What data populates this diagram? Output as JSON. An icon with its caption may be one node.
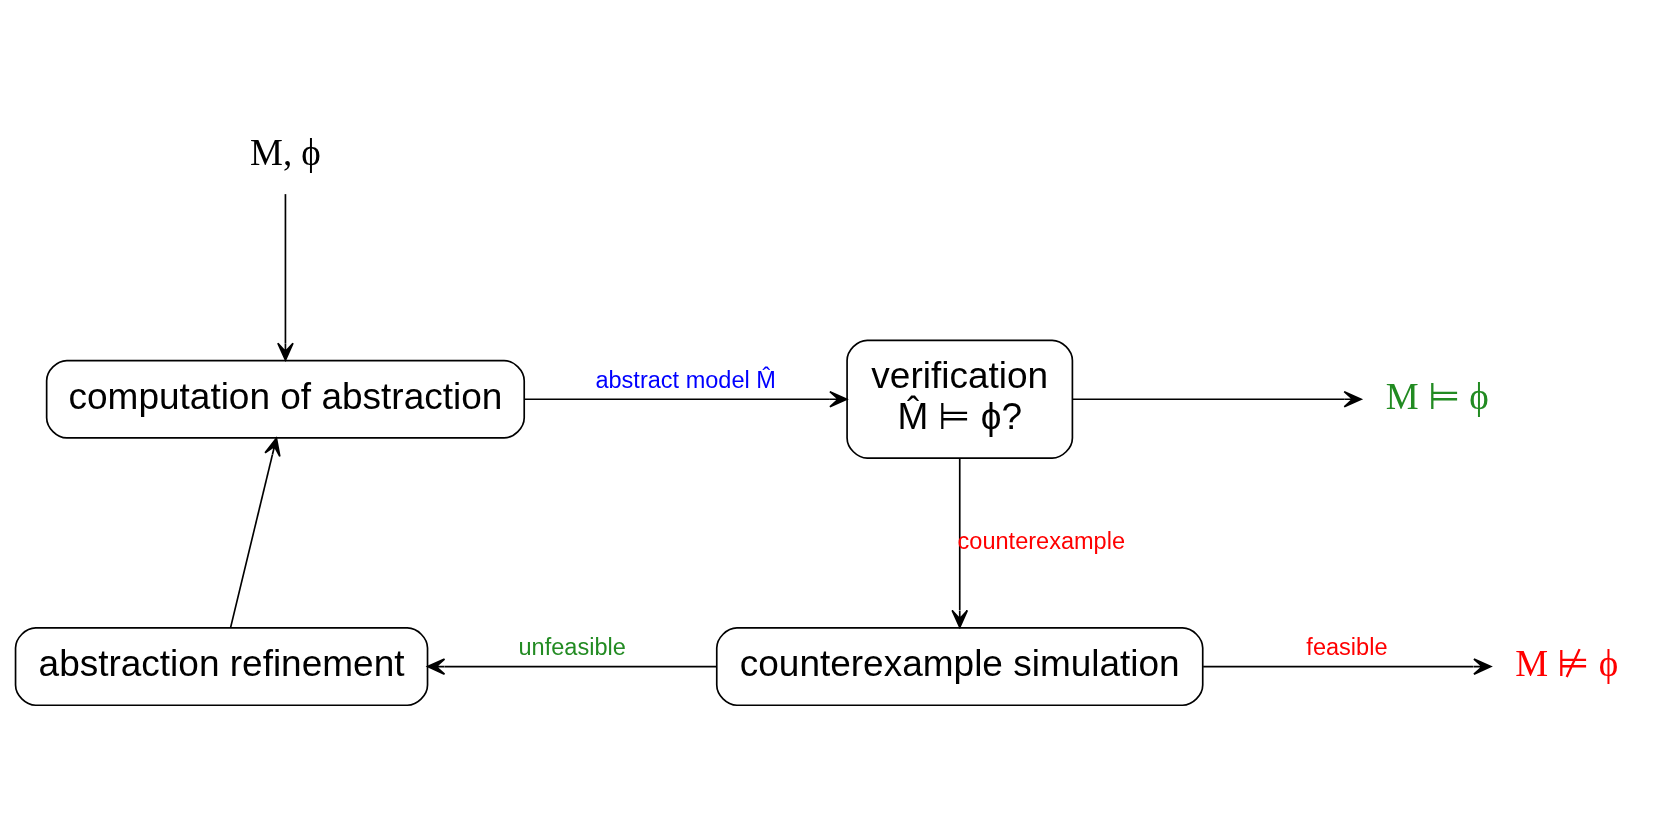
{
  "diagram": {
    "nodes": [
      {
        "text": [
          "M, ϕ"
        ]
      },
      {
        "text": [
          "computation of abstraction"
        ]
      },
      {
        "text": [
          "verification",
          "M̂ ⊨ ϕ?"
        ]
      },
      {
        "text": [
          "M ⊨ ϕ"
        ]
      },
      {
        "text": [
          "abstraction refinement"
        ]
      },
      {
        "text": [
          "counterexample simulation"
        ]
      },
      {
        "text": [
          "M ⊭ ϕ"
        ]
      }
    ],
    "edges": [
      {
        "from": 0,
        "to": 1,
        "arrow": "to"
      },
      {
        "from": 1,
        "to": 2,
        "arrow": "to",
        "label": "abstract model M̂"
      },
      {
        "from": 2,
        "to": 3,
        "arrow": "to"
      },
      {
        "from": 2,
        "to": 5,
        "arrow": "to",
        "label": "counterexample"
      },
      {
        "from": 5,
        "to": 4,
        "arrow": "to",
        "label": "unfeasible"
      },
      {
        "from": 5,
        "to": 6,
        "arrow": "to",
        "label": "feasible"
      },
      {
        "from": 4,
        "to": 1,
        "arrow": "to"
      }
    ]
  }
}
